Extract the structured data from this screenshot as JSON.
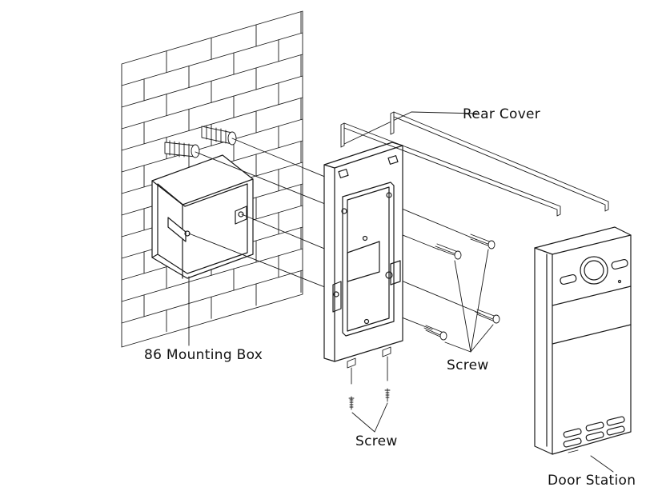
{
  "labels": {
    "rear_cover": "Rear Cover",
    "mounting_box": "86 Mounting Box",
    "screw_right": "Screw",
    "screw_bottom": "Screw",
    "door_station": "Door Station"
  },
  "colors": {
    "line": "#1a1a1a",
    "background": "#ffffff"
  }
}
